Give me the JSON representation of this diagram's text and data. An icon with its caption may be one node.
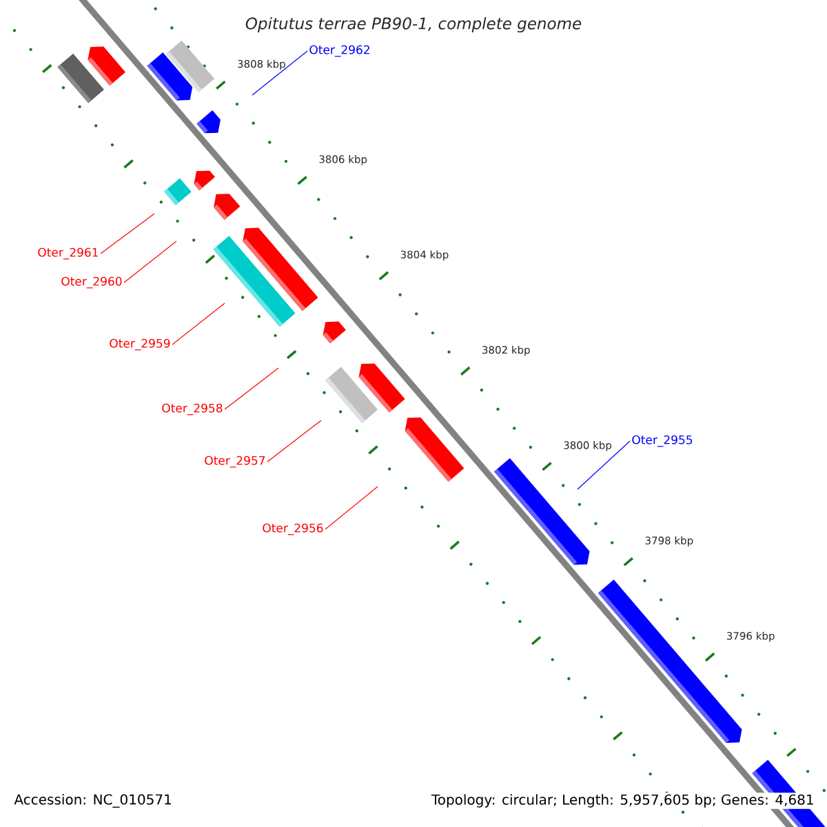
{
  "diagram": {
    "title": "Opitutus terrae PB90-1, complete genome",
    "nodes": [
      {
        "text": [
          "Oter_2962"
        ]
      },
      {
        "text": [
          "Oter_2961"
        ]
      },
      {
        "text": [
          "Oter_2960"
        ]
      },
      {
        "text": [
          "Oter_2959"
        ]
      },
      {
        "text": [
          "Oter_2958"
        ]
      },
      {
        "text": [
          "Oter_2957"
        ]
      },
      {
        "text": [
          "Oter_2956"
        ]
      },
      {
        "text": [
          "Oter_2955"
        ]
      }
    ],
    "edges": [
      {
        "from": 0,
        "to": null,
        "arrow": "none",
        "color": "#0000ff"
      },
      {
        "from": 1,
        "to": null,
        "arrow": "none"
      },
      {
        "from": 2,
        "to": null,
        "arrow": "none"
      },
      {
        "from": 3,
        "to": null,
        "arrow": "none"
      },
      {
        "from": 4,
        "to": null,
        "arrow": "none"
      },
      {
        "from": 5,
        "to": null,
        "arrow": "none"
      },
      {
        "from": 6,
        "to": null,
        "arrow": "none"
      },
      {
        "from": 7,
        "to": null,
        "arrow": "none",
        "color": "#0000ff"
      }
    ],
    "labels": [
      "3808 kbp",
      "3806 kbp",
      "3804 kbp",
      "3802 kbp",
      "3800 kbp",
      "3798 kbp",
      "3796 kbp",
      "Accession: NC_010571",
      "Topology: circular; Length: 5,957,605 bp; Genes: 4,681"
    ]
  }
}
